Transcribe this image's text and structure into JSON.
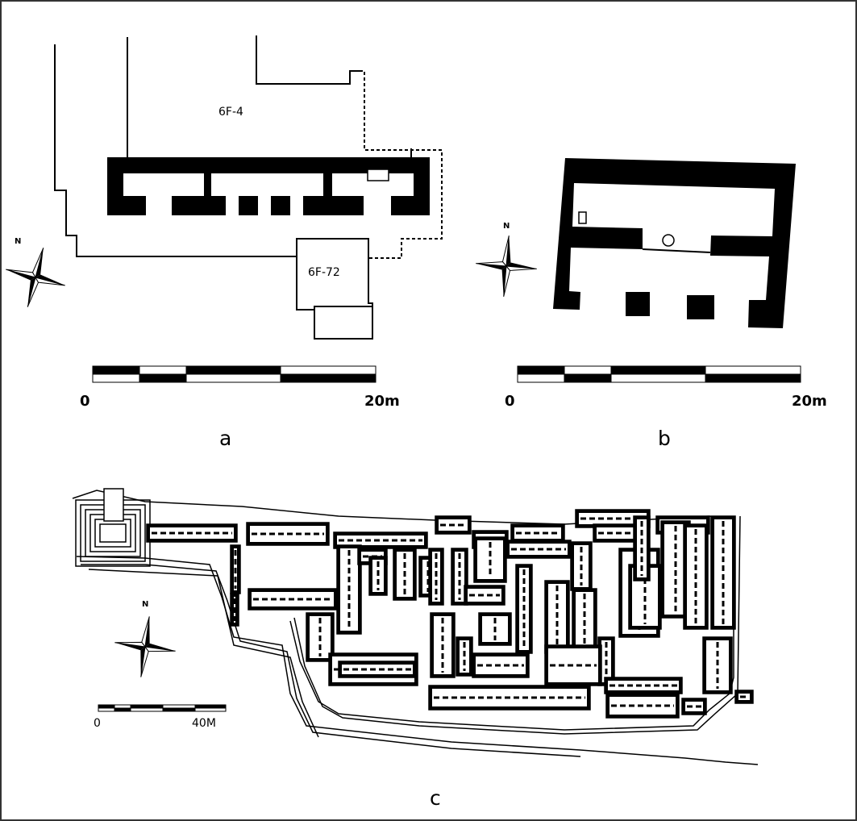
{
  "panels": {
    "a": {
      "letter": "a",
      "labels": {
        "upper": "6F-4",
        "lower": "6F-72"
      },
      "north": "N",
      "scale": {
        "start": "0",
        "end": "20m"
      }
    },
    "b": {
      "letter": "b",
      "north": "N",
      "scale": {
        "start": "0",
        "end": "20m"
      }
    },
    "c": {
      "letter": "c",
      "north": "N",
      "scale": {
        "start": "0",
        "end": "40M"
      }
    }
  },
  "colors": {
    "ink": "#000000",
    "paper": "#ffffff",
    "frame": "#333333"
  }
}
